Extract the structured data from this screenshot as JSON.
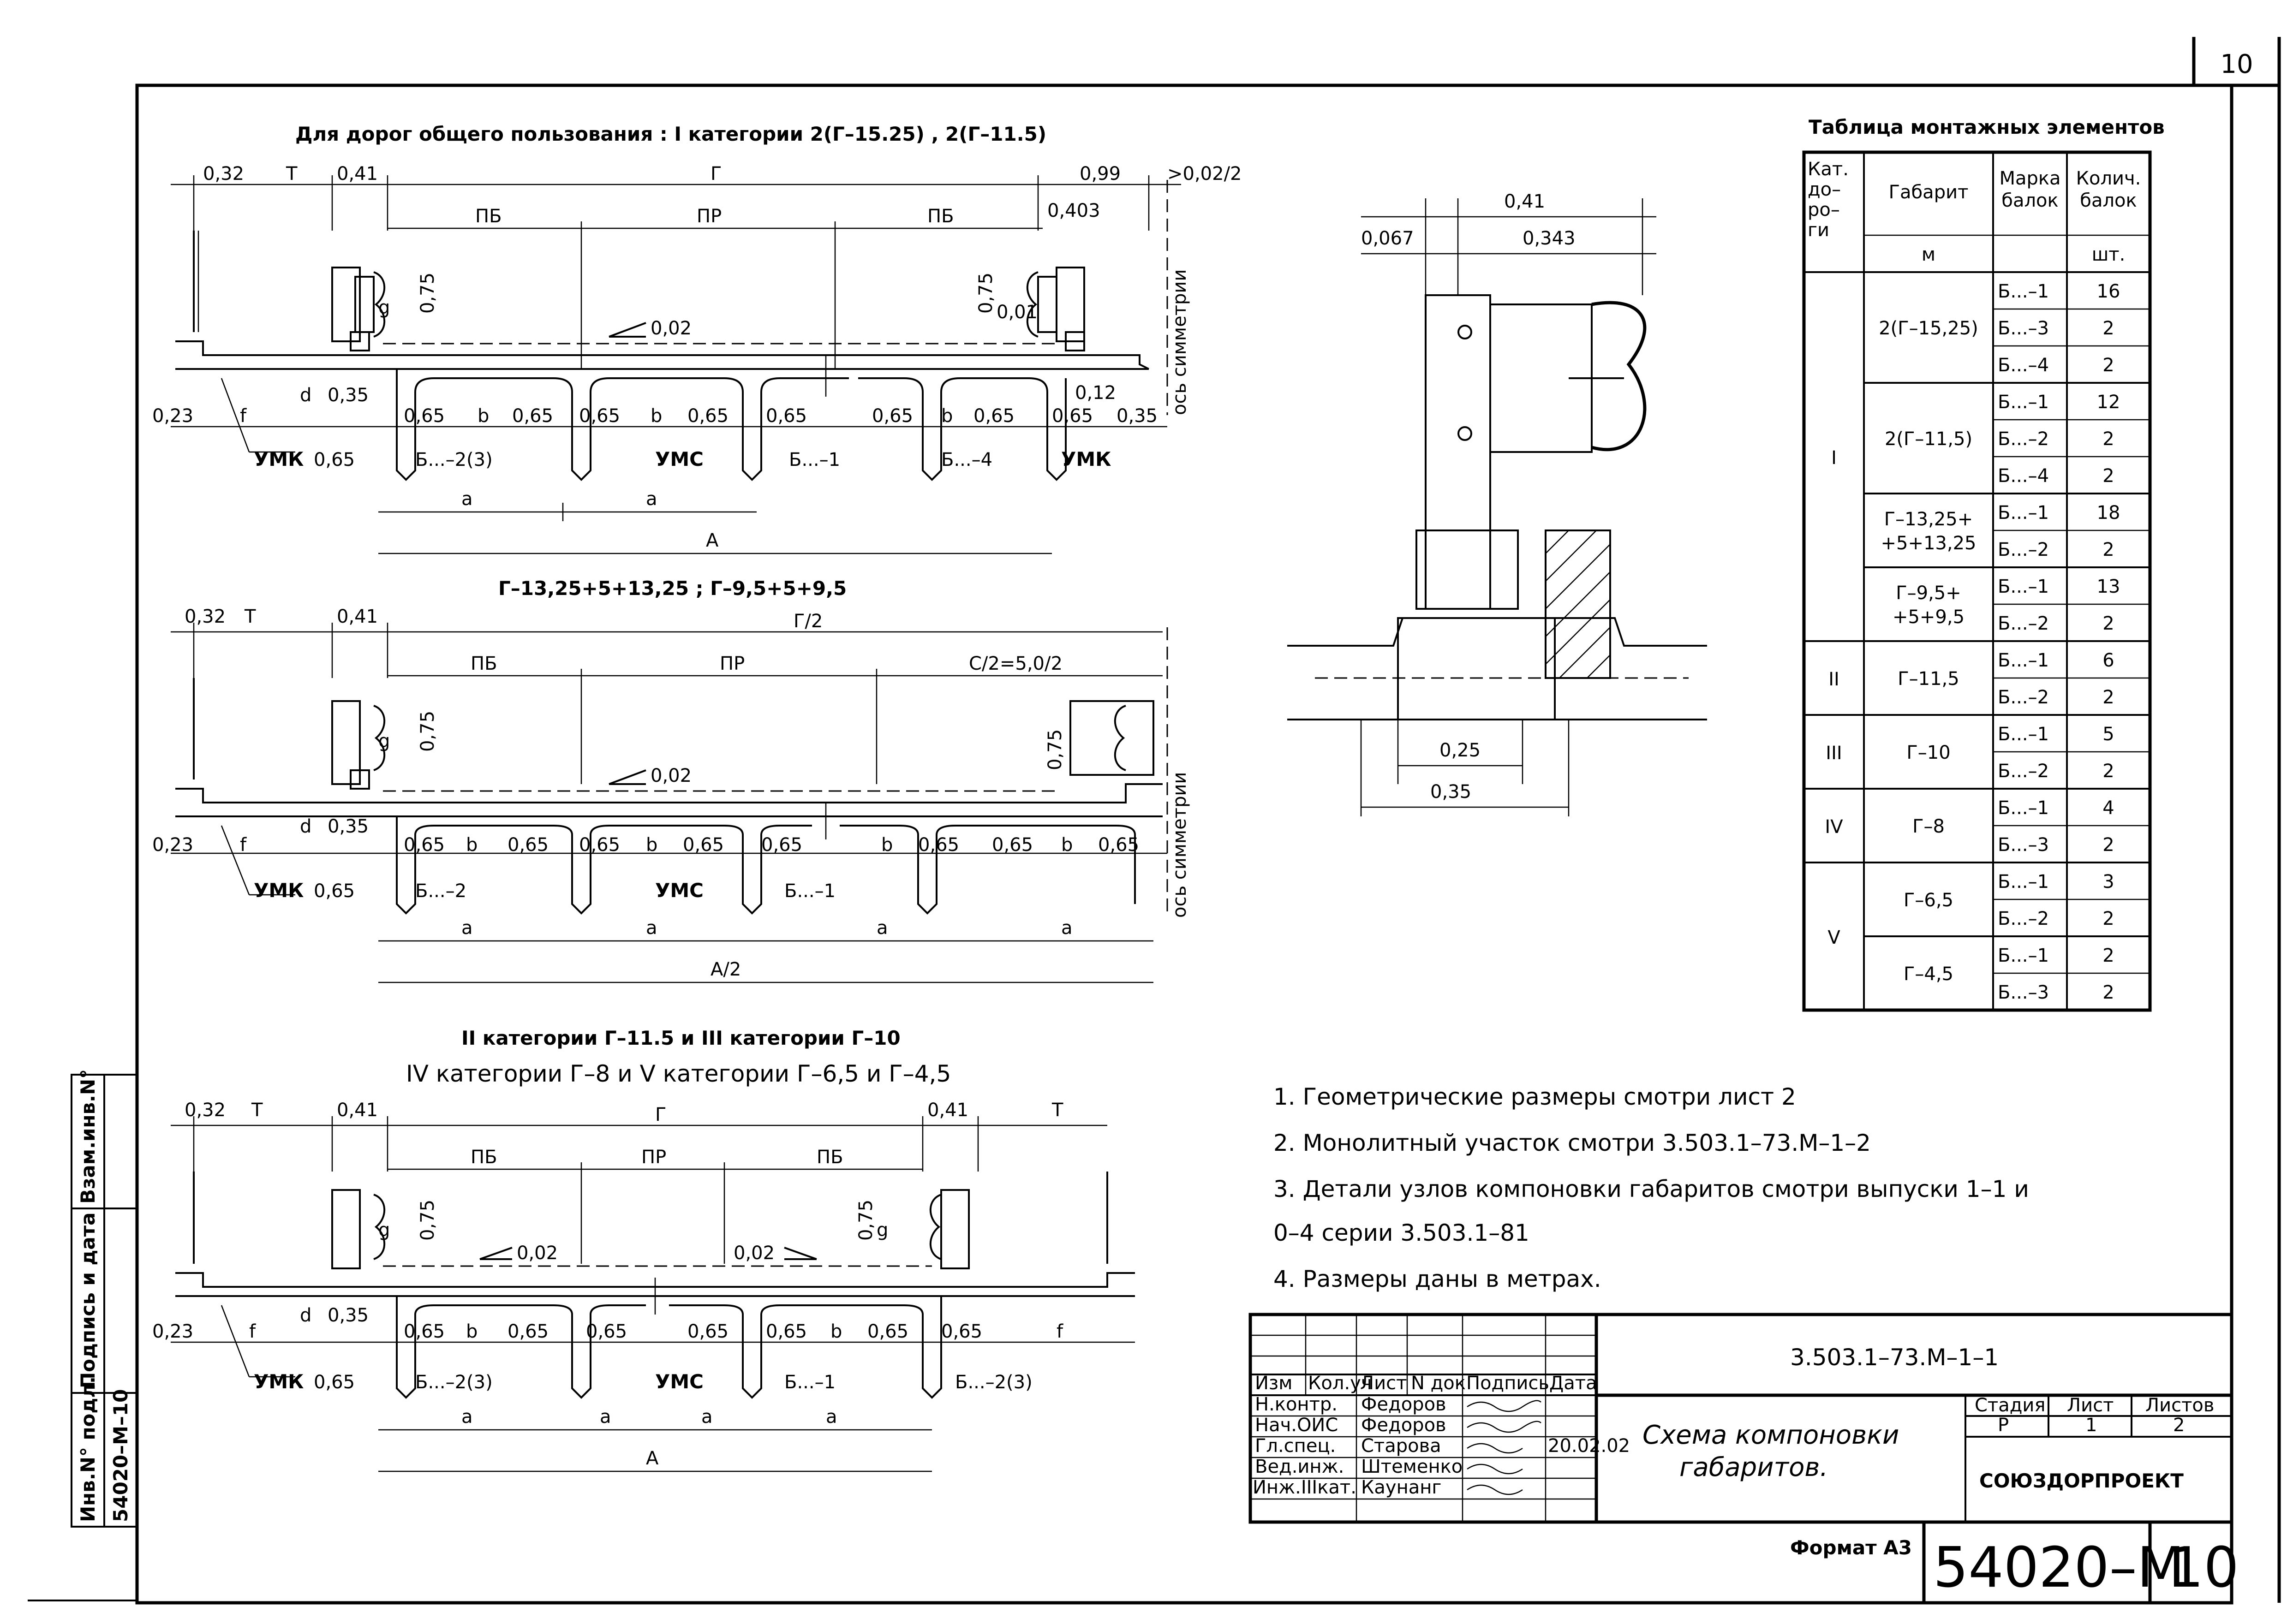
{
  "sheet": {
    "corner_number": "10",
    "format_label": "Формат А3"
  },
  "section1": {
    "title": "Для дорог общего пользования : I категории 2(Г–15.25) , 2(Г–11.5)",
    "dims": {
      "d032": "0,32",
      "T": "Т",
      "d041": "0,41",
      "G": "Г",
      "d099": "0,99",
      "sym": ">0,02/2",
      "PB": "ПБ",
      "PR": "ПР",
      "d0403": "0,403",
      "d075": "0,75",
      "g": "g",
      "d001": "0,01",
      "slope": "0,02",
      "d023": "0,23",
      "f": "f",
      "d": "d",
      "d035": "0,35",
      "d065": "0,65",
      "b": "b",
      "d012": "0,12",
      "UMK": "УМК",
      "UMS": "УМС",
      "B23": "Б...–2(3)",
      "B1": "Б...–1",
      "B4": "Б...–4",
      "a": "a",
      "A": "А",
      "axis": "ось симметрии"
    }
  },
  "section2": {
    "title": "Г–13,25+5+13,25 ; Г–9,5+5+9,5",
    "dims": {
      "G2": "Г/2",
      "C2": "С/2=5,0/2",
      "B2": "Б...–2",
      "A2": "А/2"
    }
  },
  "section3": {
    "title_line1": "II категории Г–11.5 и III категории Г–10",
    "title_line2": "IV категории Г–8 и V категории Г–6,5 и Г–4,5"
  },
  "detail": {
    "d041": "0,41",
    "d0067": "0,067",
    "d0343": "0,343",
    "d025": "0,25",
    "d035": "0,35"
  },
  "table": {
    "title": "Таблица монтажных элементов",
    "headers": [
      "Кат. до– ро– ги",
      "Габарит",
      "Марка балок",
      "Колич. балок"
    ],
    "units": [
      "м",
      "шт."
    ],
    "groups": [
      {
        "cat": "I",
        "subgroups": [
          {
            "gabarit": "2(Г–15,25)",
            "rows": [
              [
                "Б...–1",
                "16"
              ],
              [
                "Б...–3",
                "2"
              ],
              [
                "Б...–4",
                "2"
              ]
            ]
          },
          {
            "gabarit": "2(Г–11,5)",
            "rows": [
              [
                "Б...–1",
                "12"
              ],
              [
                "Б...–2",
                "2"
              ],
              [
                "Б...–4",
                "2"
              ]
            ]
          },
          {
            "gabarit": "Г–13,25+ +5+13,25",
            "rows": [
              [
                "Б...–1",
                "18"
              ],
              [
                "Б...–2",
                "2"
              ]
            ]
          },
          {
            "gabarit": "Г–9,5+ +5+9,5",
            "rows": [
              [
                "Б...–1",
                "13"
              ],
              [
                "Б...–2",
                "2"
              ]
            ]
          }
        ]
      },
      {
        "cat": "II",
        "subgroups": [
          {
            "gabarit": "Г–11,5",
            "rows": [
              [
                "Б...–1",
                "6"
              ],
              [
                "Б...–2",
                "2"
              ]
            ]
          }
        ]
      },
      {
        "cat": "III",
        "subgroups": [
          {
            "gabarit": "Г–10",
            "rows": [
              [
                "Б...–1",
                "5"
              ],
              [
                "Б...–2",
                "2"
              ]
            ]
          }
        ]
      },
      {
        "cat": "IV",
        "subgroups": [
          {
            "gabarit": "Г–8",
            "rows": [
              [
                "Б...–1",
                "4"
              ],
              [
                "Б...–3",
                "2"
              ]
            ]
          }
        ]
      },
      {
        "cat": "V",
        "subgroups": [
          {
            "gabarit": "Г–6,5",
            "rows": [
              [
                "Б...–1",
                "3"
              ],
              [
                "Б...–2",
                "2"
              ]
            ]
          },
          {
            "gabarit": "Г–4,5",
            "rows": [
              [
                "Б...–1",
                "2"
              ],
              [
                "Б...–3",
                "2"
              ]
            ]
          }
        ]
      }
    ]
  },
  "notes": [
    "1. Геометрические размеры смотри лист 2",
    "2. Монолитный участок смотри 3.503.1–73.М–1–2",
    "3. Детали узлов компоновки габаритов смотри выпуски 1–1 и",
    "0–4 серии 3.503.1–81",
    "4. Размеры даны в метрах."
  ],
  "stamp": {
    "doc_code": "3.503.1–73.М–1–1",
    "col_headers": [
      "Изм",
      "Кол.уч",
      "Лист",
      "N док",
      "Подпись",
      "Дата"
    ],
    "roles": [
      {
        "role": "Н.контр.",
        "name": "Федоров"
      },
      {
        "role": "Нач.ОИС",
        "name": "Федоров"
      },
      {
        "role": "Гл.спец.",
        "name": "Старова"
      },
      {
        "role": "Вед.инж.",
        "name": "Штеменко"
      },
      {
        "role": "Инж.IIIкат.",
        "name": "Каунанг"
      }
    ],
    "date": "20.02.02",
    "title_line1": "Схема компоновки",
    "title_line2": "габаритов.",
    "stage_label": "Стадия",
    "sheet_label": "Лист",
    "sheets_label": "Листов",
    "stage": "Р",
    "sheet": "1",
    "sheets": "2",
    "org": "СОЮЗДОРПРОЕКТ",
    "big_number": "54020–М",
    "big_sheet": "10"
  },
  "sidebar": {
    "inv_label": "Инв.N° подл.",
    "sign_label": "Подпись и дата",
    "vzam_label": "Взам.инв.N°",
    "inv_value": "54020–М–10"
  }
}
